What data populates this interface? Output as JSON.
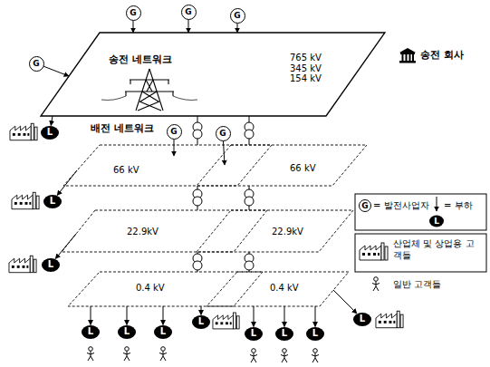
{
  "diagram": {
    "nodes": [
      {
        "text": [
          "G"
        ]
      },
      {
        "text": [
          "G"
        ]
      },
      {
        "text": [
          "G"
        ]
      },
      {
        "text": [
          "G"
        ]
      },
      {
        "text": [
          "송전 네트워크",
          "765 kV 345 kV 154 kV"
        ]
      },
      {
        "text": [
          "L"
        ]
      },
      {
        "text": [
          "G"
        ]
      },
      {
        "text": [
          "G"
        ]
      },
      {
        "text": [
          "66 kV"
        ]
      },
      {
        "text": [
          "66 kV"
        ]
      },
      {
        "text": [
          "L"
        ]
      },
      {
        "text": [
          "22.9kV"
        ]
      },
      {
        "text": [
          "22.9kV"
        ]
      },
      {
        "text": [
          "L"
        ]
      },
      {
        "text": [
          "0.4 kV"
        ]
      },
      {
        "text": [
          "0.4 kV"
        ]
      },
      {
        "text": [
          "L"
        ]
      },
      {
        "text": [
          "L"
        ]
      },
      {
        "text": [
          "L"
        ]
      },
      {
        "text": [
          "L"
        ]
      },
      {
        "text": [
          "L"
        ]
      },
      {
        "text": [
          "L"
        ]
      },
      {
        "text": [
          "L"
        ]
      },
      {
        "text": [
          "L"
        ]
      }
    ],
    "edges": [
      {
        "from": 0,
        "to": 4,
        "arrow": "to"
      },
      {
        "from": 1,
        "to": 4,
        "arrow": "to"
      },
      {
        "from": 2,
        "to": 4,
        "arrow": "to"
      },
      {
        "from": 3,
        "to": 4,
        "arrow": "to"
      },
      {
        "from": 4,
        "to": 5,
        "arrow": "to"
      },
      {
        "from": 6,
        "to": 8,
        "arrow": "to"
      },
      {
        "from": 7,
        "to": 9,
        "arrow": "to"
      },
      {
        "from": 4,
        "to": 8,
        "arrow": "none"
      },
      {
        "from": 4,
        "to": 9,
        "arrow": "none"
      },
      {
        "from": 8,
        "to": 10,
        "arrow": "to"
      },
      {
        "from": 8,
        "to": 11,
        "arrow": "none"
      },
      {
        "from": 9,
        "to": 12,
        "arrow": "none"
      },
      {
        "from": 11,
        "to": 13,
        "arrow": "to"
      },
      {
        "from": 11,
        "to": 14,
        "arrow": "none"
      },
      {
        "from": 12,
        "to": 15,
        "arrow": "none"
      },
      {
        "from": 14,
        "to": 16,
        "arrow": "to"
      },
      {
        "from": 15,
        "to": 17,
        "arrow": "to"
      },
      {
        "from": 14,
        "to": 18,
        "arrow": "to"
      },
      {
        "from": 14,
        "to": 19,
        "arrow": "to"
      },
      {
        "from": 14,
        "to": 20,
        "arrow": "to"
      },
      {
        "from": 15,
        "to": 21,
        "arrow": "to"
      },
      {
        "from": 15,
        "to": 22,
        "arrow": "to"
      },
      {
        "from": 15,
        "to": 23,
        "arrow": "to"
      }
    ],
    "labels": [
      "배전 네트워크",
      "송전 회사",
      "G",
      "L"
    ],
    "legend": [
      {
        "text": "= 발전사업자"
      },
      {
        "text": "= 부하"
      },
      {
        "text": "산업체 및 상업용 고객들"
      },
      {
        "text": "일반 고객들"
      }
    ]
  }
}
